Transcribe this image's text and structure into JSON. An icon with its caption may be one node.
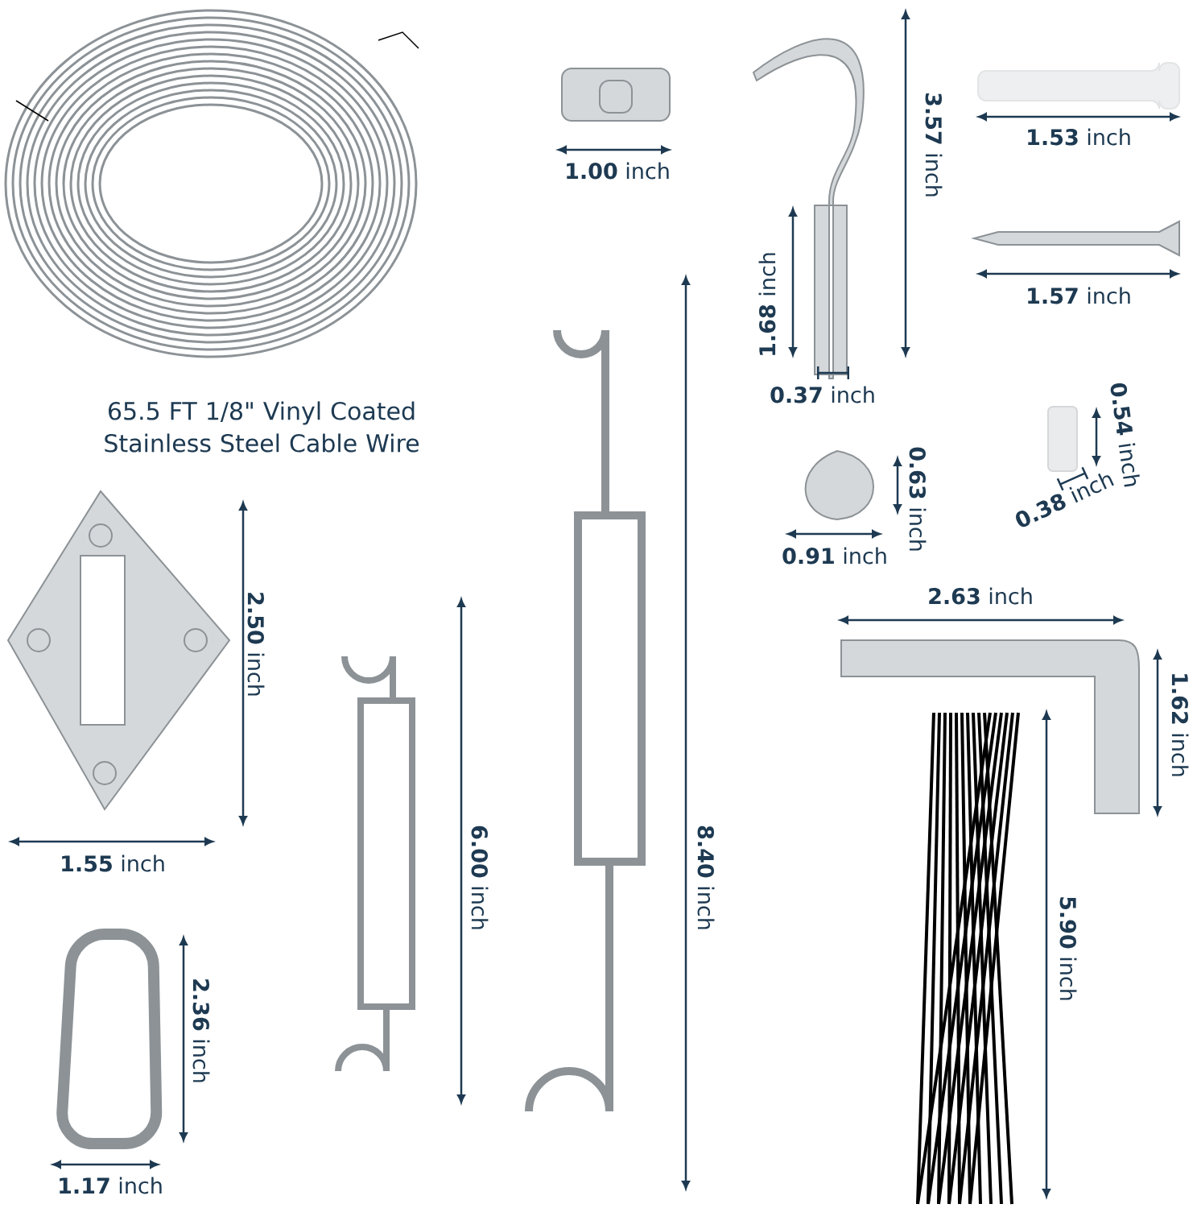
{
  "diagram": {
    "labels": [
      "**1.00** inch",
      "**3.57** inch",
      "**1.53** inch",
      "**1.57** inch",
      "**1.68** inch",
      "65.5 FT 1/8\" Vinyl Coated Stainless Steel Cable Wire",
      "**0.37** inch",
      "**0.54** inch",
      "**0.38** inch",
      "**0.63** inch",
      "**0.91** inch",
      "**2.63** inch",
      "**2.50** inch",
      "**1.62** inch",
      "**1.55** inch",
      "**6.00** inch",
      "**8.40** inch",
      "**5.90** inch",
      "**2.36** inch",
      "**1.17** inch"
    ]
  }
}
